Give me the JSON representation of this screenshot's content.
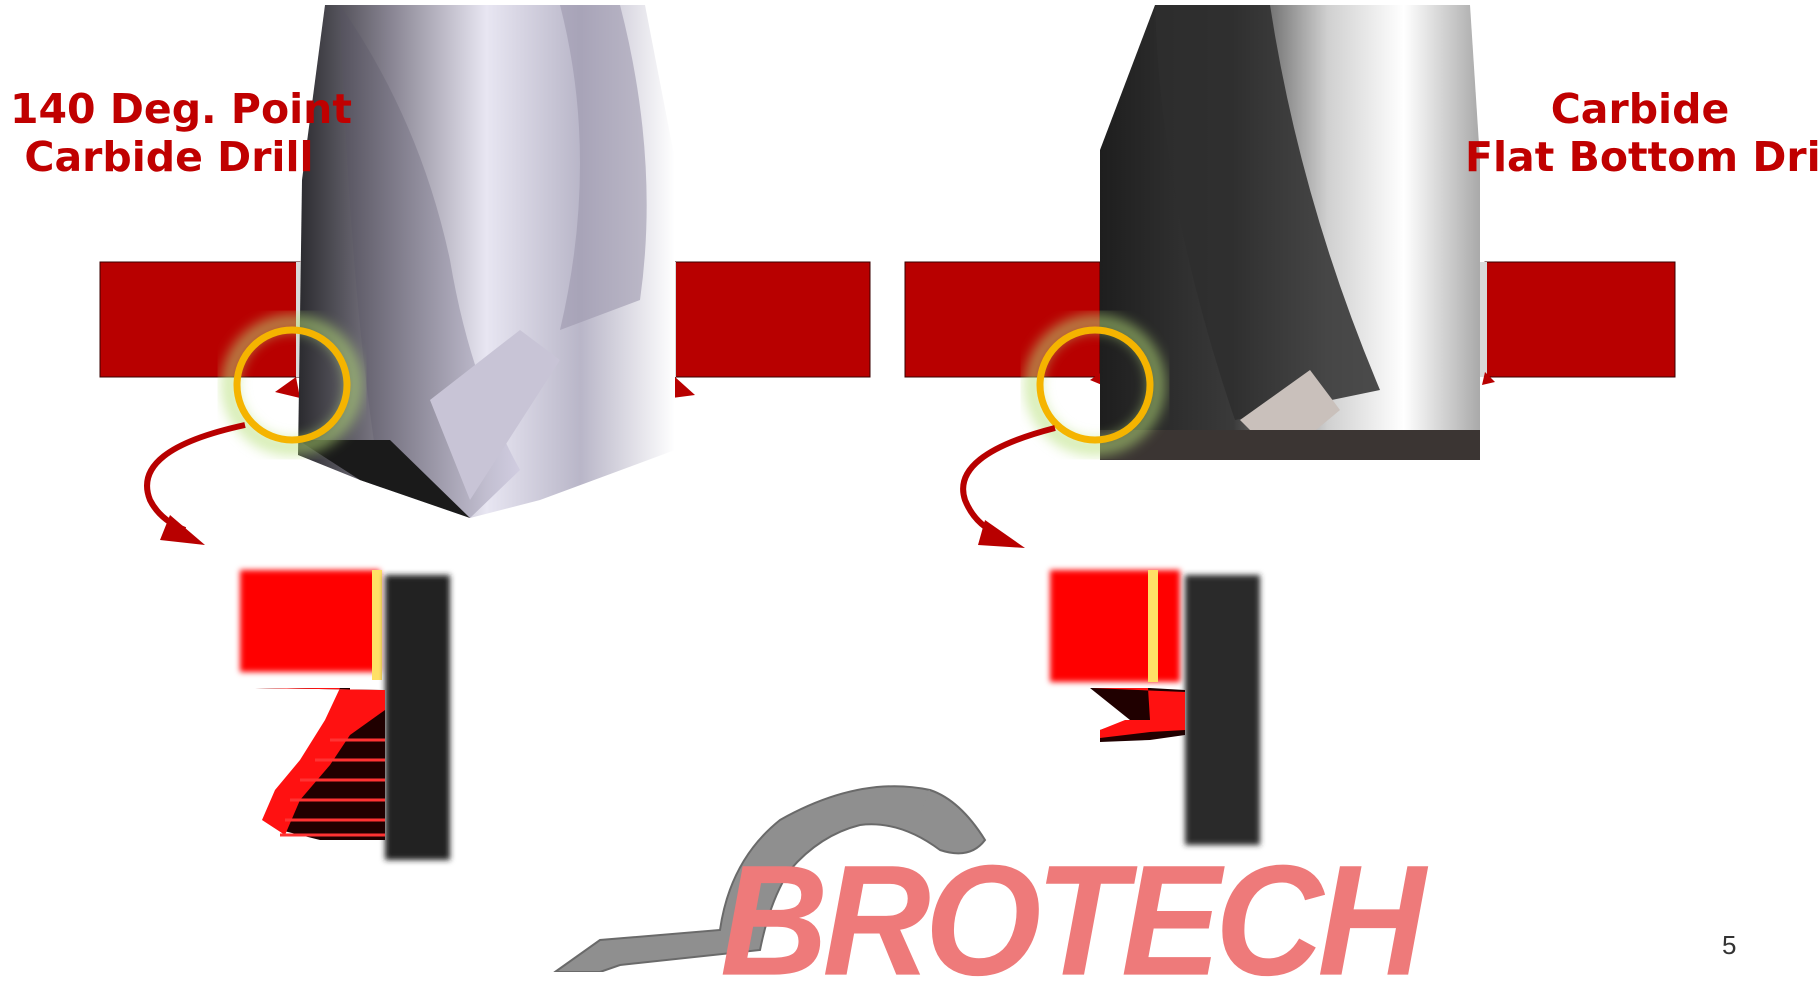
{
  "left_label": {
    "line1": "140 Deg. Point",
    "line2": "Carbide Drill"
  },
  "right_label": {
    "line1": "Carbide",
    "line2": "Flat Bottom Drill"
  },
  "logo": {
    "text": "BROTECH",
    "color": "#ee7a7a"
  },
  "page_number": "5",
  "colors": {
    "workpiece": "#b80000",
    "burr": "#ff1111",
    "highlight_ring": "#f5b400",
    "glow": "#b8e07a",
    "arrow": "#b80000"
  }
}
